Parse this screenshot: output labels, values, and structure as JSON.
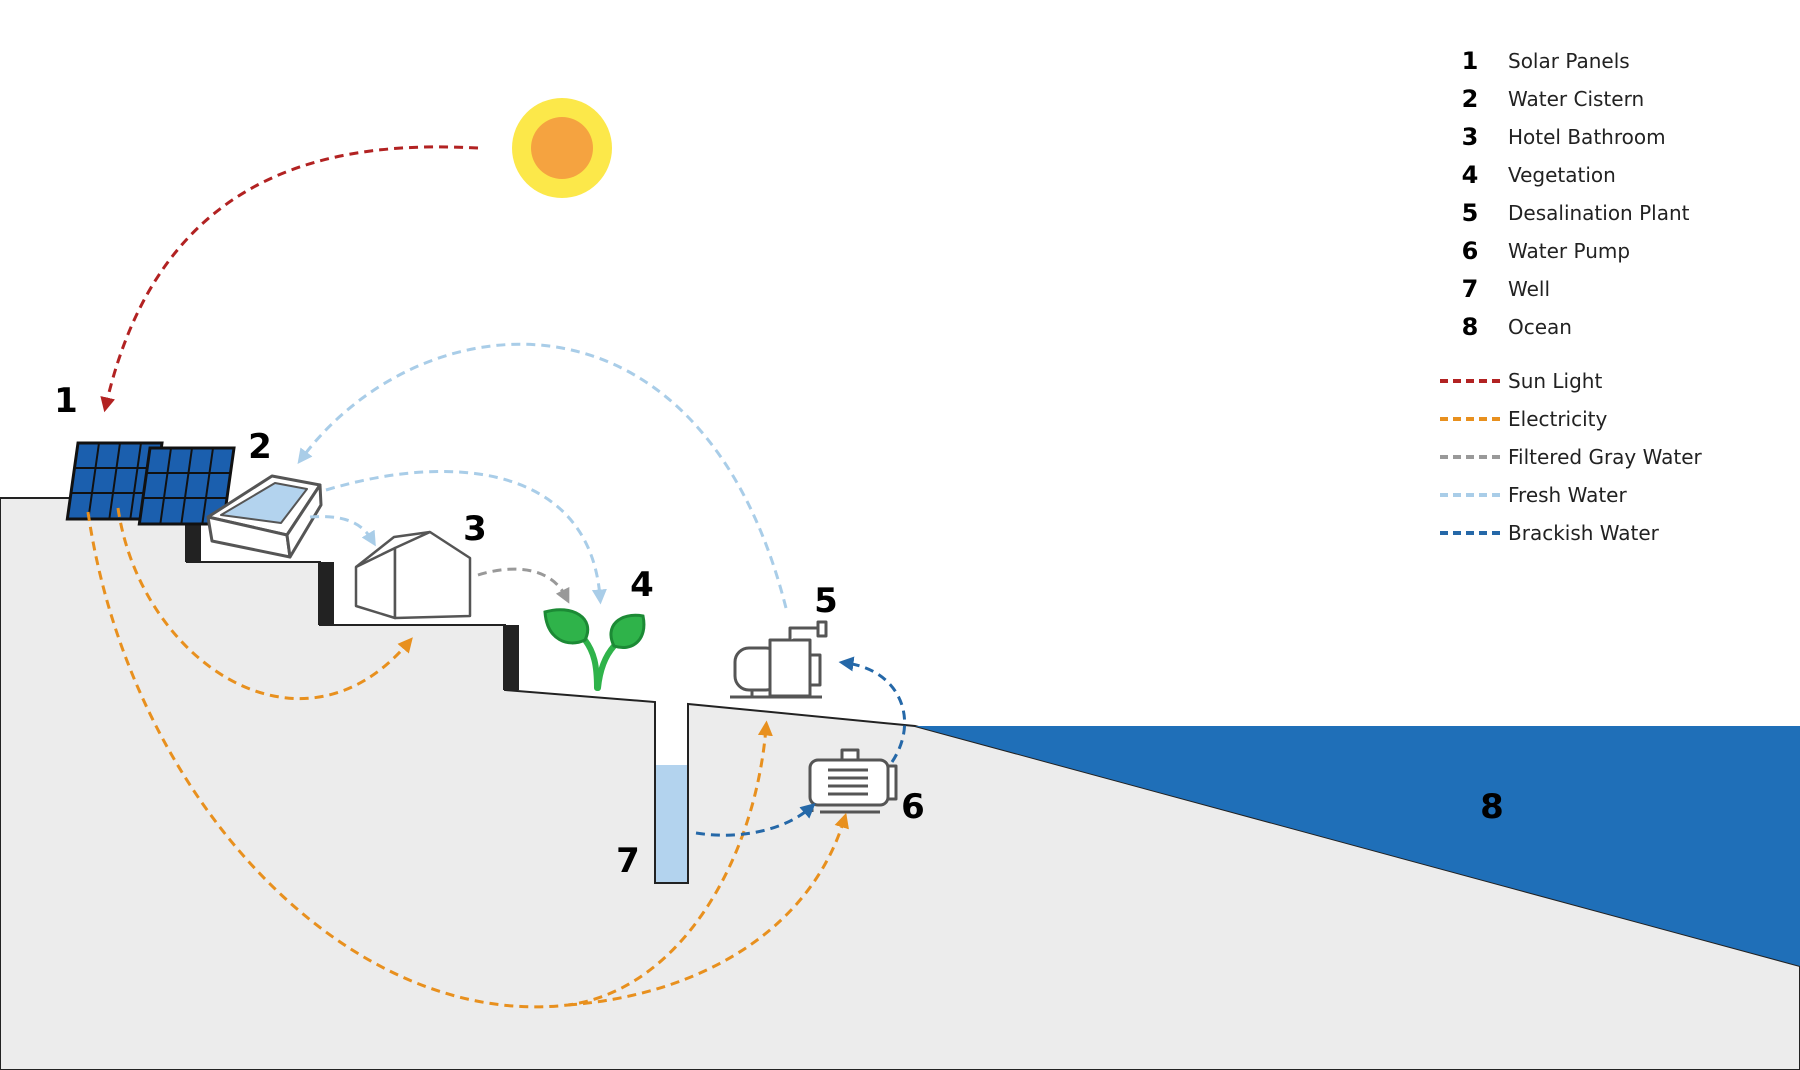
{
  "diagram": {
    "labels": {
      "solar_panels": "1",
      "water_cistern": "2",
      "hotel_bathroom": "3",
      "vegetation": "4",
      "desalination_plant": "5",
      "water_pump": "6",
      "well": "7",
      "ocean": "8"
    }
  },
  "legend": {
    "items": [
      {
        "num": "1",
        "label": "Solar Panels"
      },
      {
        "num": "2",
        "label": "Water Cistern"
      },
      {
        "num": "3",
        "label": "Hotel Bathroom"
      },
      {
        "num": "4",
        "label": "Vegetation"
      },
      {
        "num": "5",
        "label": "Desalination Plant"
      },
      {
        "num": "6",
        "label": "Water Pump"
      },
      {
        "num": "7",
        "label": "Well"
      },
      {
        "num": "8",
        "label": "Ocean"
      }
    ],
    "flows": [
      {
        "label": "Sun Light",
        "color": "#b22222"
      },
      {
        "label": "Electricity",
        "color": "#e8901e"
      },
      {
        "label": "Filtered Gray Water",
        "color": "#999999"
      },
      {
        "label": "Fresh Water",
        "color": "#a9cde8"
      },
      {
        "label": "Brackish Water",
        "color": "#2568a8"
      }
    ]
  },
  "colors": {
    "ground": "#ececec",
    "ocean": "#1f6fb8",
    "sun_core": "#f5a340",
    "sun_halo": "#fce84a",
    "solar_panel": "#1b5fae",
    "leaf": "#2fb34a",
    "well_water": "#b3d3ee"
  }
}
